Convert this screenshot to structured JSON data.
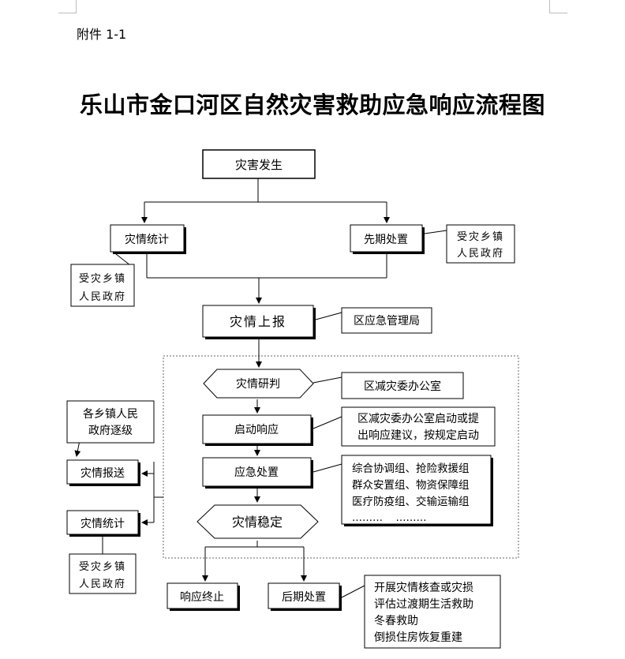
{
  "annex_label": "附件 1-1",
  "title": "乐山市金口河区自然灾害救助应急响应流程图",
  "nodes": {
    "disaster_occurs": "灾害发生",
    "disaster_statistics_top": "灾情统计",
    "early_disposal": "先期处置",
    "affected_gov_right_1": "受灾乡镇",
    "affected_gov_right_2": "人民政府",
    "affected_gov_left_1": "受灾乡镇",
    "affected_gov_left_2": "人民政府",
    "disaster_report": "灾情上报",
    "emergency_bureau": "区应急管理局",
    "disaster_judgment": "灾情研判",
    "disaster_office": "区减灾委办公室",
    "start_response": "启动响应",
    "start_note_1": "区减灾委办公室启动或提",
    "start_note_2": "出响应建议，按规定启动",
    "emergency_disposal": "应急处置",
    "groups_1": "综合协调组、抢险救援组",
    "groups_2": "群众安置组、物资保障组",
    "groups_3": "医疗防疫组、交输运输组",
    "groups_4": "………    ………",
    "disaster_stable": "灾情稳定",
    "towns_gov_1": "各乡镇人民",
    "towns_gov_2": "政府逐级",
    "disaster_submit": "灾情报送",
    "disaster_statistics_bottom": "灾情统计",
    "affected_gov_bottom_1": "受灾乡镇",
    "affected_gov_bottom_2": "人民政府",
    "response_end": "响应终止",
    "later_disposal": "后期处置",
    "later_note_1": "开展灾情核查或灾损",
    "later_note_2": "评估过渡期生活救助",
    "later_note_3": "冬春救助",
    "later_note_4": "倒损住房恢复重建"
  }
}
